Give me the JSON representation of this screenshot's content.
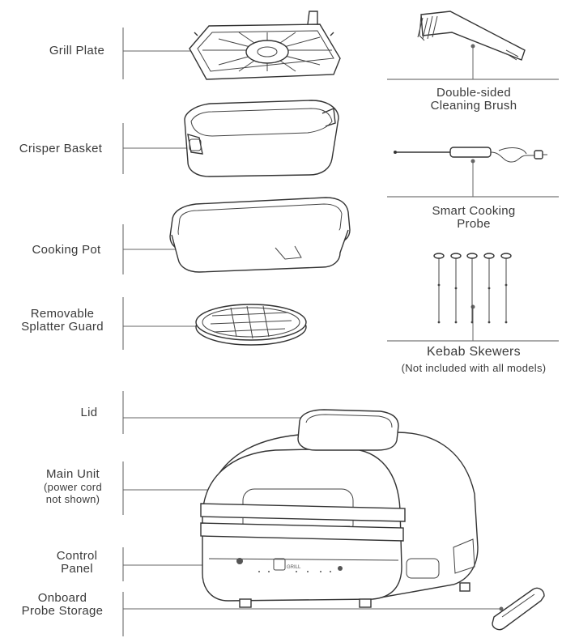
{
  "parts_left": {
    "grill_plate": "Grill Plate",
    "crisper_basket": "Crisper Basket",
    "cooking_pot": "Cooking Pot",
    "splatter_guard_line1": "Removable",
    "splatter_guard_line2": "Splatter Guard",
    "lid": "Lid",
    "main_unit": "Main Unit",
    "main_unit_note_line1": "(power cord",
    "main_unit_note_line2": "not shown)",
    "control_panel_line1": "Control",
    "control_panel_line2": "Panel",
    "probe_storage_line1": "Onboard",
    "probe_storage_line2": "Probe Storage"
  },
  "parts_right": {
    "brush_line1": "Double-sided",
    "brush_line2": "Cleaning Brush",
    "probe_line1": "Smart Cooking",
    "probe_line2": "Probe",
    "skewers": "Kebab Skewers",
    "skewers_note": "(Not included with all models)"
  },
  "control_panel_text": {
    "grill": "GRILL"
  }
}
